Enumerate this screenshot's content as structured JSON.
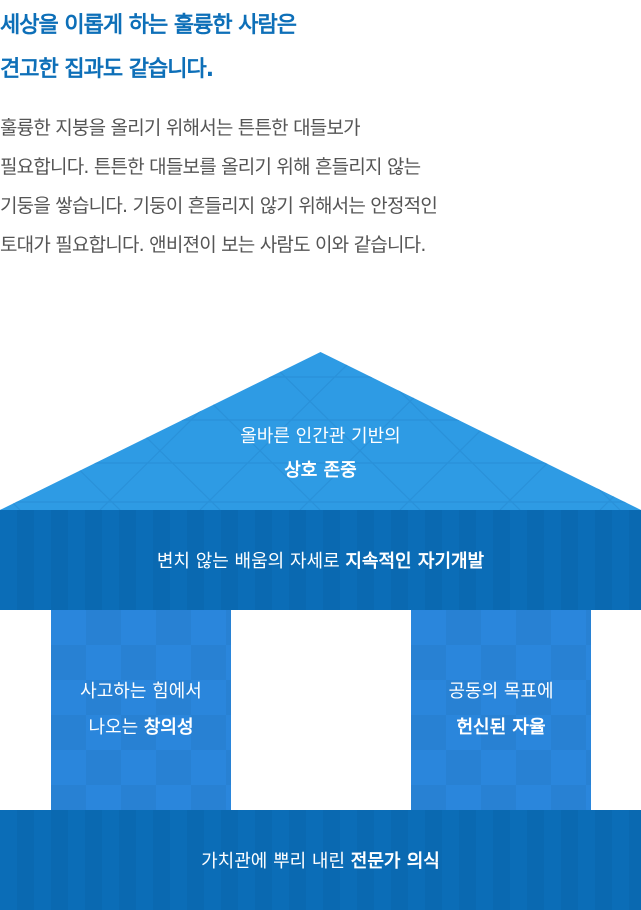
{
  "heading": {
    "line1": "세상을 이롭게 하는 훌륭한 사람은",
    "line2": "견고한 집과도 같습니다."
  },
  "description": [
    "훌륭한 지붕을 올리기 위해서는 튼튼한 대들보가",
    "필요합니다. 튼튼한 대들보를 올리기 위해  흔들리지 않는",
    "기둥을 쌓습니다. 기둥이 흔들리지 않기 위해서는 안정적인",
    "토대가 필요합니다. 앤비젼이 보는 사람도 이와 같습니다."
  ],
  "house": {
    "roof": {
      "line1": "올바른 인간관 기반의",
      "bold": "상호 존중"
    },
    "beam": {
      "normal": "변치 않는 배움의 자세로 ",
      "bold": "지속적인 자기개발"
    },
    "pillar_left": {
      "line1": "사고하는 힘에서",
      "line2_normal": "나오는 ",
      "line2_bold": "창의성"
    },
    "pillar_right": {
      "line1": "공동의 목표에",
      "bold": "헌신된 자율"
    },
    "foundation": {
      "normal": "가치관에 뿌리 내린 ",
      "bold": "전문가 의식"
    }
  },
  "colors": {
    "title": "#0d6fb8",
    "roof": "#2e9be4",
    "beam": "#0b6db7",
    "pillar": "#2a86dc"
  }
}
